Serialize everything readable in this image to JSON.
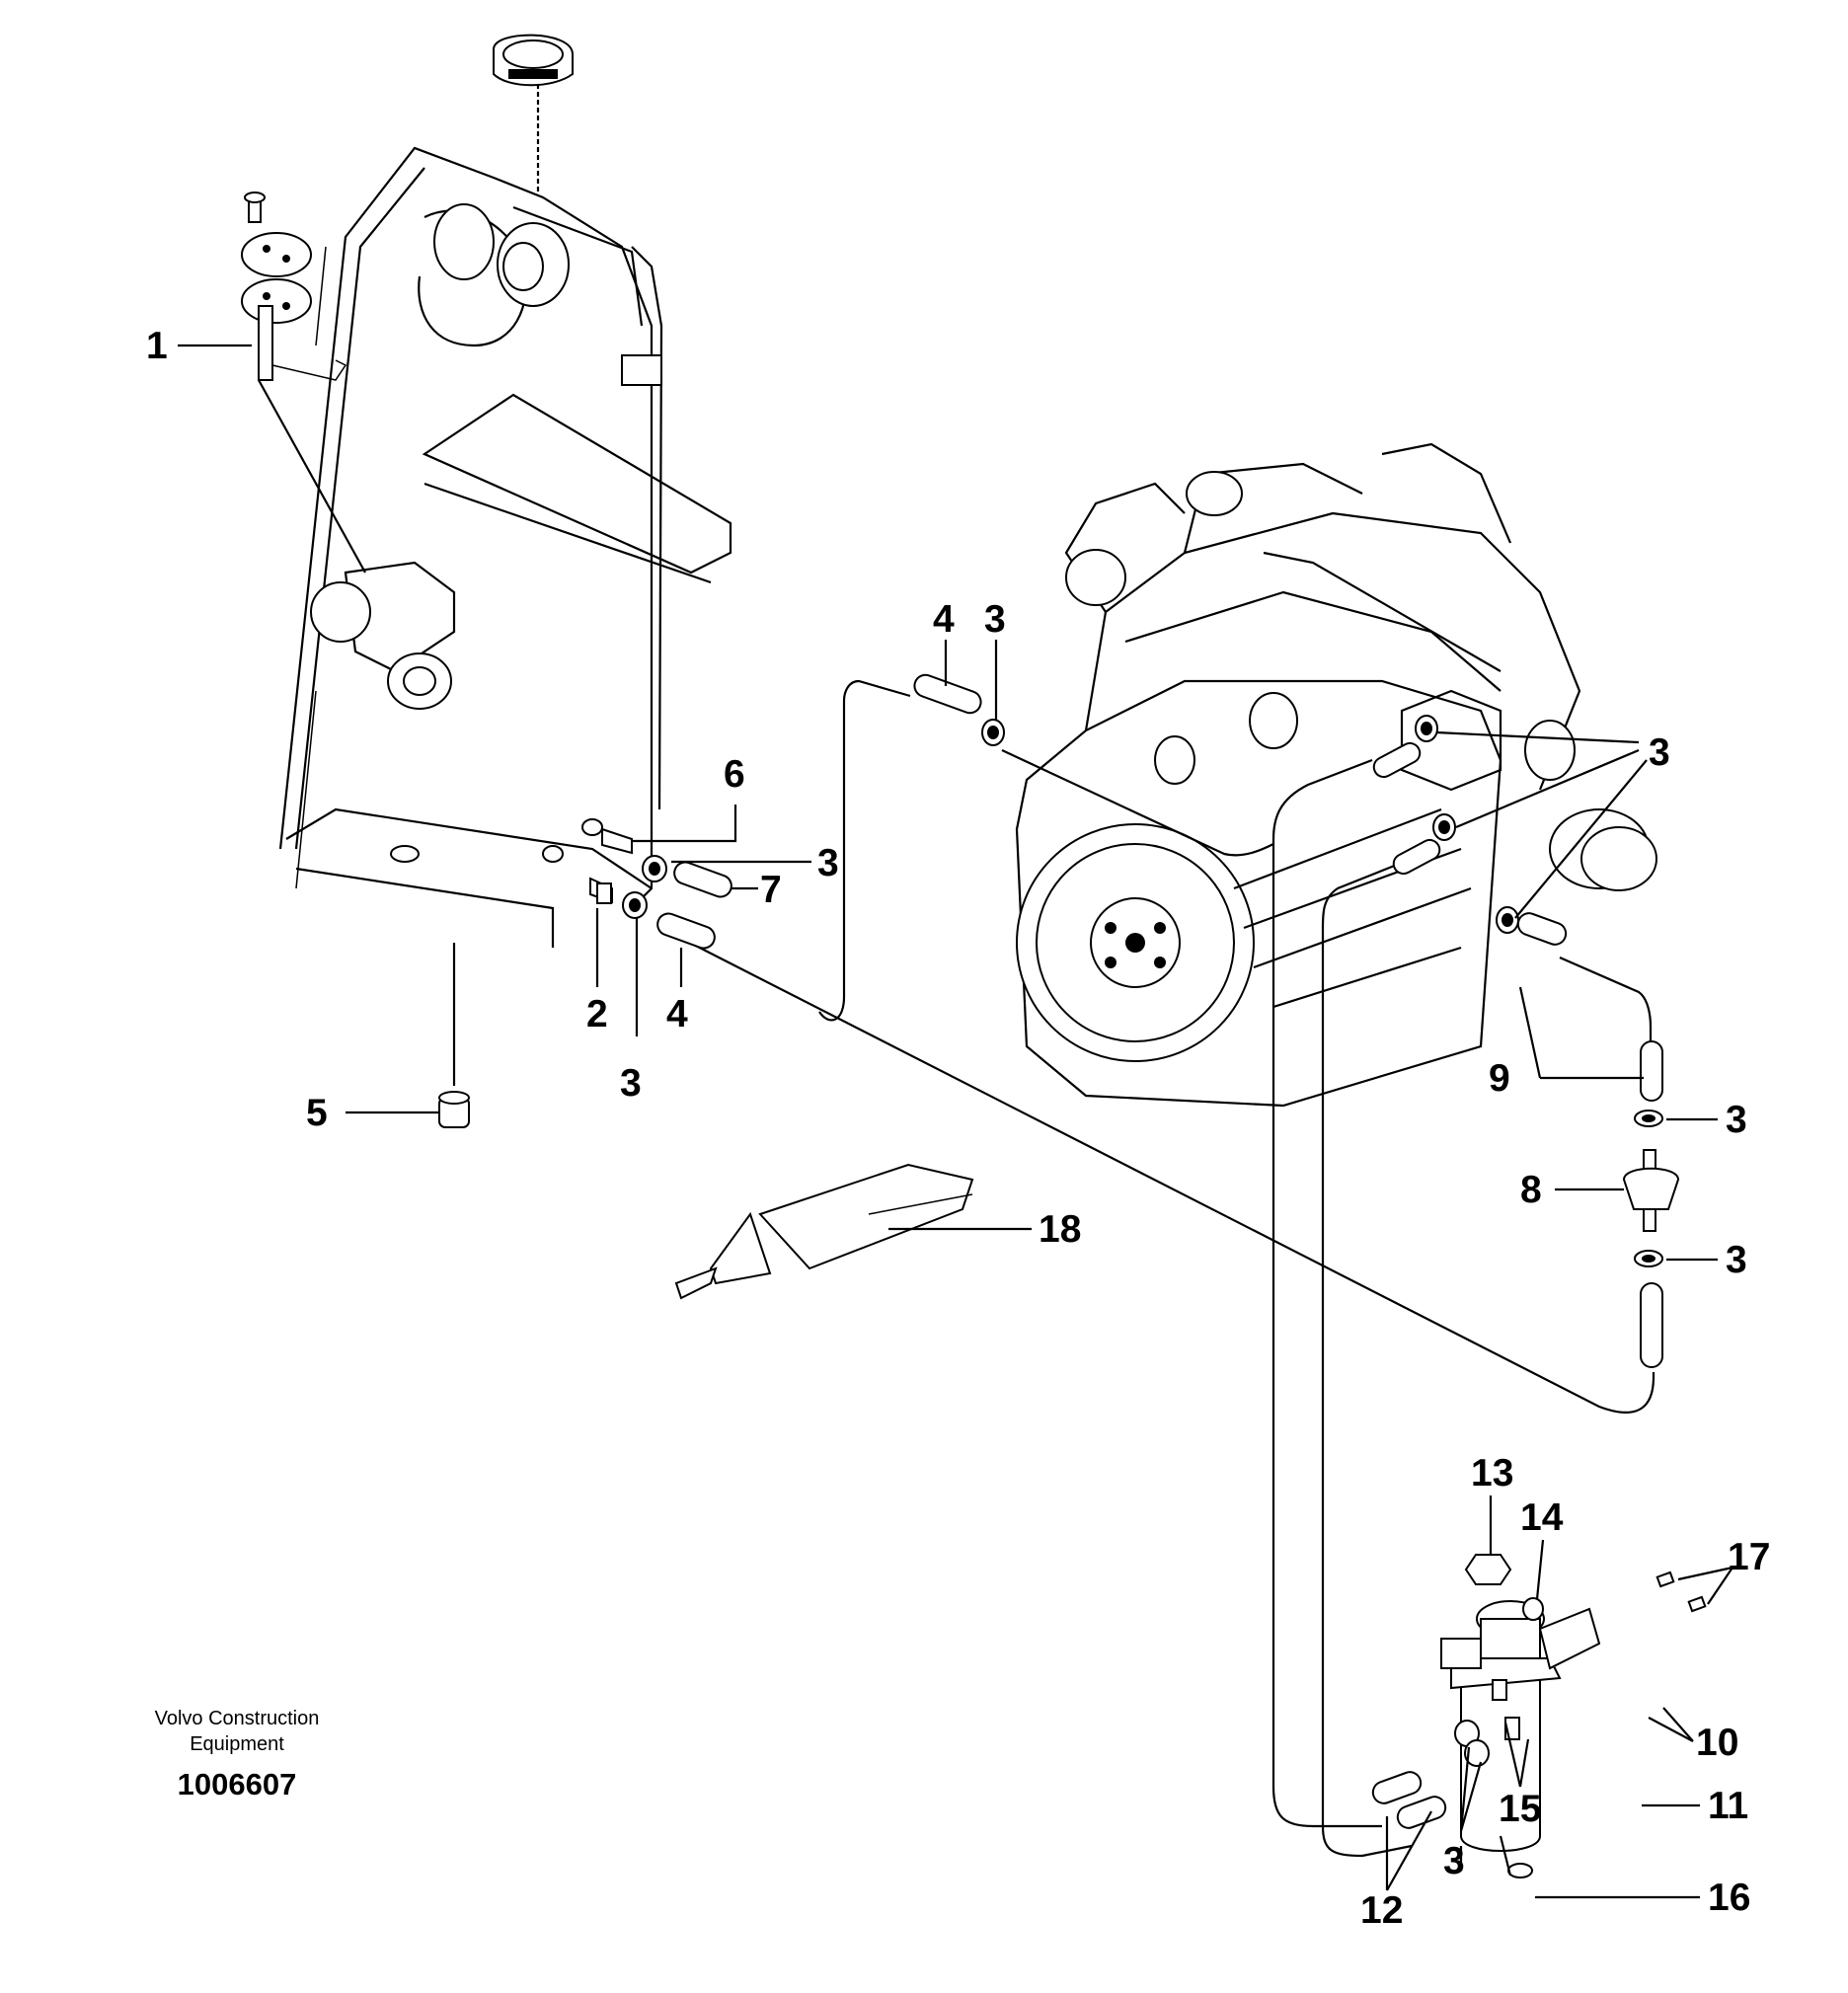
{
  "caption": {
    "company_line1": "Volvo Construction",
    "company_line2": "Equipment",
    "document_number": "1006607"
  },
  "callouts": [
    "1",
    "2",
    "3",
    "4",
    "5",
    "6",
    "7",
    "8",
    "9",
    "10",
    "11",
    "12",
    "13",
    "14",
    "15",
    "16",
    "17",
    "18"
  ]
}
